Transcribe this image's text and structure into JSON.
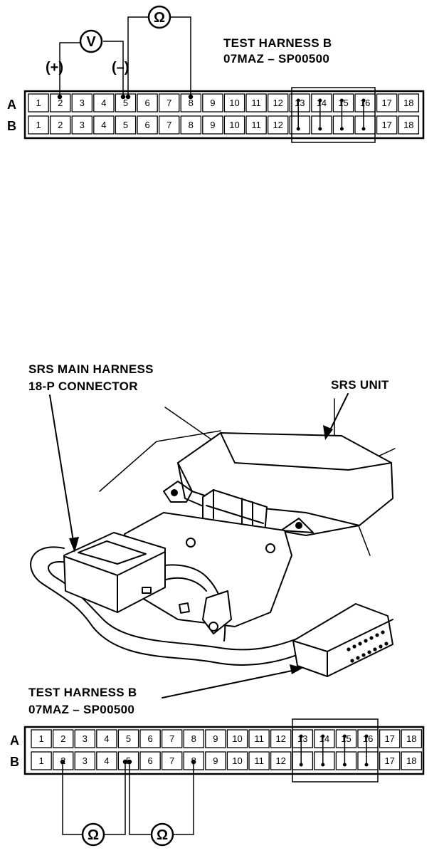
{
  "top_diagram": {
    "title_line1": "TEST HARNESS B",
    "title_line2": "07MAZ – SP00500",
    "row_a": "A",
    "row_b": "B",
    "plus_label": "(+)",
    "minus_label": "(–)",
    "voltmeter_symbol": "V",
    "ohmmeter_symbol": "Ω",
    "pins_a": [
      "1",
      "2",
      "3",
      "4",
      "5",
      "6",
      "7",
      "8",
      "9",
      "10",
      "11",
      "12",
      "13",
      "14",
      "15",
      "16",
      "17",
      "18"
    ],
    "pins_b": [
      "1",
      "2",
      "3",
      "4",
      "5",
      "6",
      "7",
      "8",
      "9",
      "10",
      "11",
      "12",
      "",
      "",
      "",
      "",
      "17",
      "18"
    ]
  },
  "middle_illustration": {
    "label_connector_line1": "SRS MAIN HARNESS",
    "label_connector_line2": "18-P CONNECTOR",
    "label_unit": "SRS UNIT",
    "label_harness_line1": "TEST HARNESS B",
    "label_harness_line2": "07MAZ – SP00500"
  },
  "bottom_diagram": {
    "row_a": "A",
    "row_b": "B",
    "ohmmeter_symbol": "Ω",
    "pins_a": [
      "1",
      "2",
      "3",
      "4",
      "5",
      "6",
      "7",
      "8",
      "9",
      "10",
      "11",
      "12",
      "13",
      "14",
      "15",
      "16",
      "17",
      "18"
    ],
    "pins_b": [
      "1",
      "2",
      "3",
      "4",
      "5",
      "6",
      "7",
      "8",
      "9",
      "10",
      "11",
      "12",
      "",
      "",
      "",
      "",
      "17",
      "18"
    ]
  }
}
